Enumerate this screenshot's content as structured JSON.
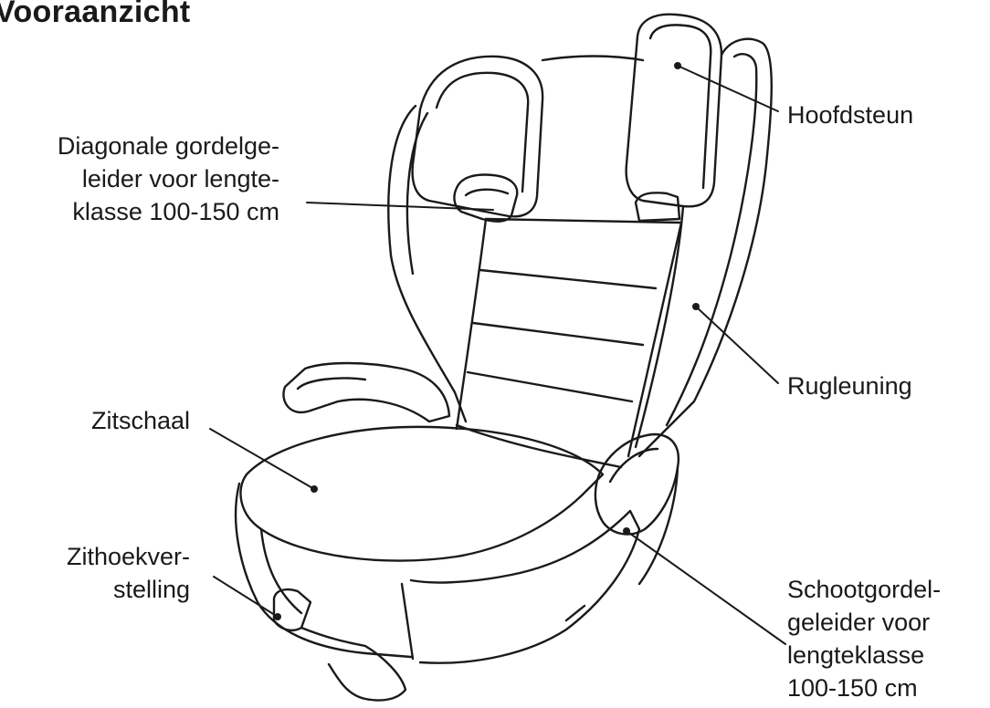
{
  "title": "Vooraanzicht",
  "labels": {
    "hoofdsteun": "Hoofdsteun",
    "gordelgeleider_diagonaal": "Diagonale gordelge-\nleider voor lengte-\nklasse 100-150 cm",
    "rugleuning": "Rugleuning",
    "zitschaal": "Zitschaal",
    "zithoekverstelling": "Zithoekver-\nstelling",
    "schootgordelgeleider": "Schootgordel-\ngeleider voor\nlengteklasse\n100-150 cm"
  },
  "colors": {
    "line": "#1a1a1a",
    "background": "#ffffff"
  }
}
